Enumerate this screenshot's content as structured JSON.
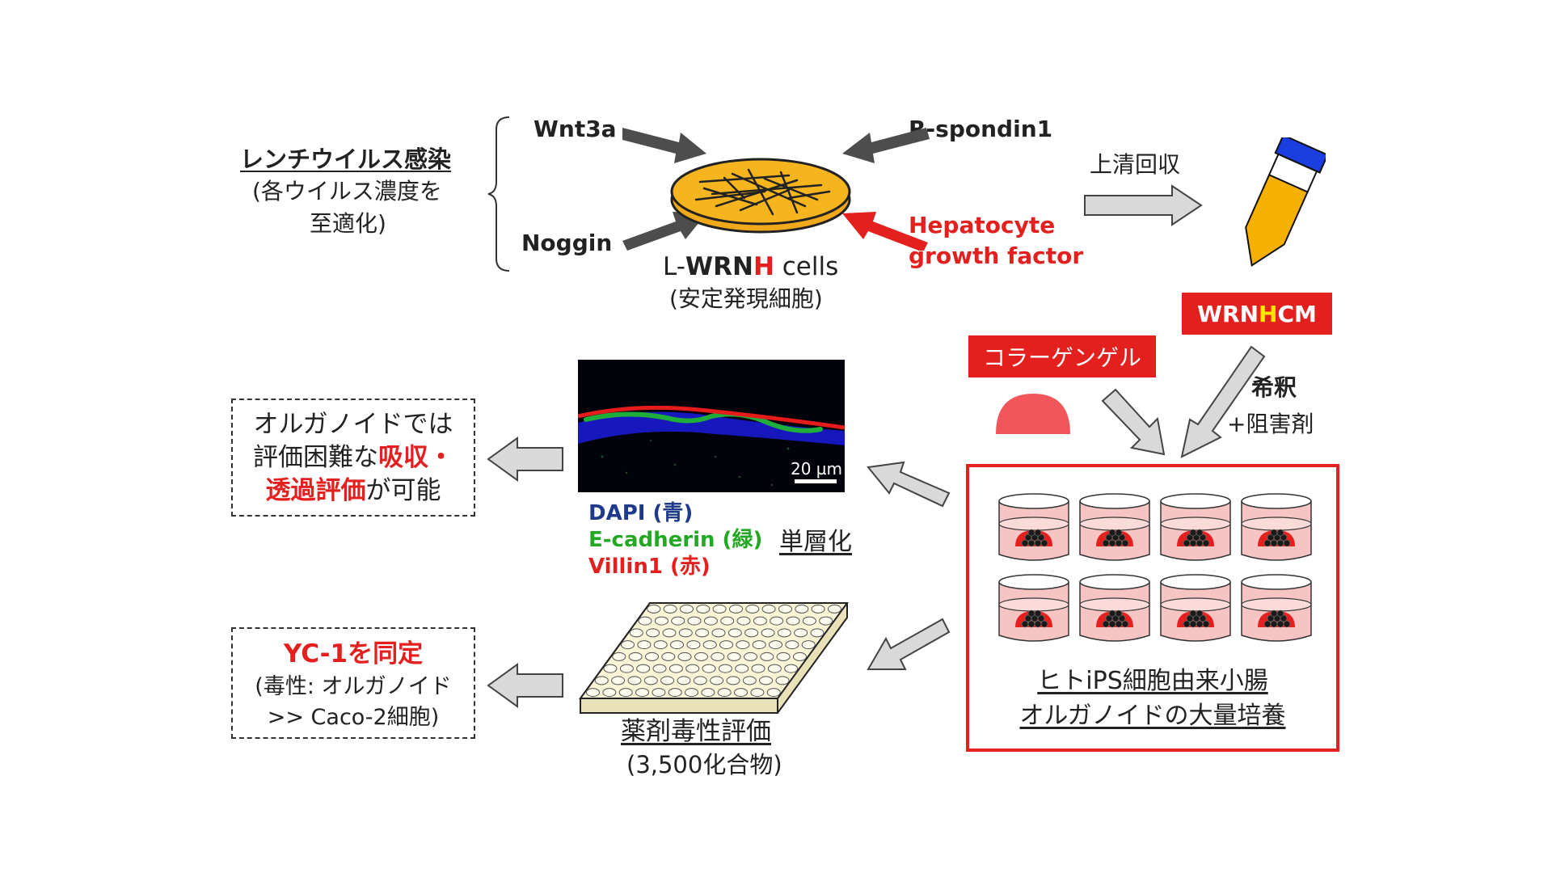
{
  "lentivirus": {
    "title": "レンチウイルス感染",
    "line2": "(各ウイルス濃度を",
    "line3": "至適化)"
  },
  "factors": {
    "wnt3a": "Wnt3a",
    "noggin": "Noggin",
    "rspondin1": "R-spondin1",
    "hgf_line1": "Hepatocyte",
    "hgf_line2": "growth factor"
  },
  "cells": {
    "prefix": "L-",
    "wrn": "WRN",
    "h": "H",
    "suffix": " cells",
    "sub": "(安定発現細胞)"
  },
  "supernatant": {
    "label": "上清回収"
  },
  "wrnh_cm": {
    "wrn": "WRN",
    "h": "H",
    "cm": " CM"
  },
  "dilution": {
    "line1": "希釈",
    "line2": "+阻害剤"
  },
  "collagen": {
    "label": "コラーゲンゲル"
  },
  "organoid_culture": {
    "line1": "ヒトiPS細胞由来小腸",
    "line2": "オルガノイドの大量培養"
  },
  "micrograph": {
    "scale_label": "20 µm",
    "legend_dapi": "DAPI (青)",
    "legend_ecad": "E-cadherin (緑)",
    "legend_villin": "Villin1 (赤)"
  },
  "monolayer": {
    "label": "単層化"
  },
  "absorption_box": {
    "line1": "オルガノイドでは",
    "line2_a": "評価困難な",
    "line2_b": "吸収・",
    "line3_a": "透過評価",
    "line3_b": "が可能"
  },
  "drug_tox": {
    "line1": "薬剤毒性評価",
    "line2": "(3,500化合物)"
  },
  "yc1_box": {
    "line1": "YC-1を同定",
    "line2": "(毒性: オルガノイド",
    "line3": ">> Caco-2細胞)"
  },
  "colors": {
    "accent_red": "#e4201f",
    "dapi_blue": "#1f3a8a",
    "ecad_green": "#23a823",
    "highlight_yellow": "#ffe600",
    "arrow_gray": "#4d4d4d",
    "arrow_light": "#d9d9d9",
    "dish_yellow": "#f6b51e",
    "tube_orange": "#f6b000",
    "tube_cap_blue": "#1a3ee0",
    "gel_red": "#f0565a",
    "plate_cream": "#fbf5d6"
  },
  "icons": [
    "culture-dish-icon",
    "conical-tube-icon",
    "collagen-dome-icon",
    "transwell-icon",
    "well-plate-icon",
    "micrograph-image"
  ]
}
